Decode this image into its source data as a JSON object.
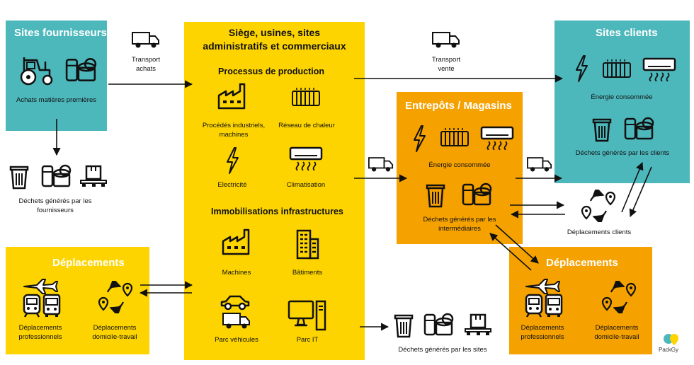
{
  "suppliers": {
    "title": "Sites fournisseurs",
    "purchases_label": "Achats matières premières",
    "waste_label": "Déchets générés par les fournisseurs"
  },
  "transport": {
    "purchases": "Transport achats",
    "sales": "Transport vente"
  },
  "hq": {
    "title": "Siège, usines, sites administratifs et commerciaux",
    "production_title": "Processus de production",
    "industrial_processes": "Procédés industriels, machines",
    "heat_network": "Réseau de chaleur",
    "electricity": "Electricité",
    "air_conditioning": "Climatisation",
    "assets_title": "Immobilisations infrastructures",
    "machines": "Machines",
    "buildings": "Bâtiments",
    "vehicle_fleet": "Parc véhicules",
    "it_fleet": "Parc IT",
    "sites_waste": "Déchets générés par les sites"
  },
  "warehouses": {
    "title": "Entrepôts / Magasins",
    "energy": "Énergie consommée",
    "waste": "Déchets générés par les intermédiaires"
  },
  "clients": {
    "title": "Sites clients",
    "energy": "Énergie consommée",
    "waste": "Déchets générés par les clients",
    "travel": "Déplacements clients"
  },
  "travel_left": {
    "title": "Déplacements",
    "professional": "Déplacements professionnels",
    "commute": "Déplacements domicile-travail"
  },
  "travel_right": {
    "title": "Déplacements",
    "professional": "Déplacements professionnels",
    "commute": "Déplacements domicile-travail"
  },
  "brand": "PackGy",
  "colors": {
    "teal": "#4db8bc",
    "yellow": "#fdd400",
    "orange": "#f5a100",
    "ink": "#111111"
  },
  "icons": [
    "truck-icon",
    "tractor-icon",
    "cans-icon",
    "trash-icon",
    "jar-icon",
    "pallet-box-icon",
    "factory-icon",
    "radiator-icon",
    "lightning-icon",
    "air-conditioner-icon",
    "building-icon",
    "car-icon",
    "computer-icon",
    "airplane-icon",
    "train-icon",
    "bus-icon",
    "route-pin-icon"
  ]
}
